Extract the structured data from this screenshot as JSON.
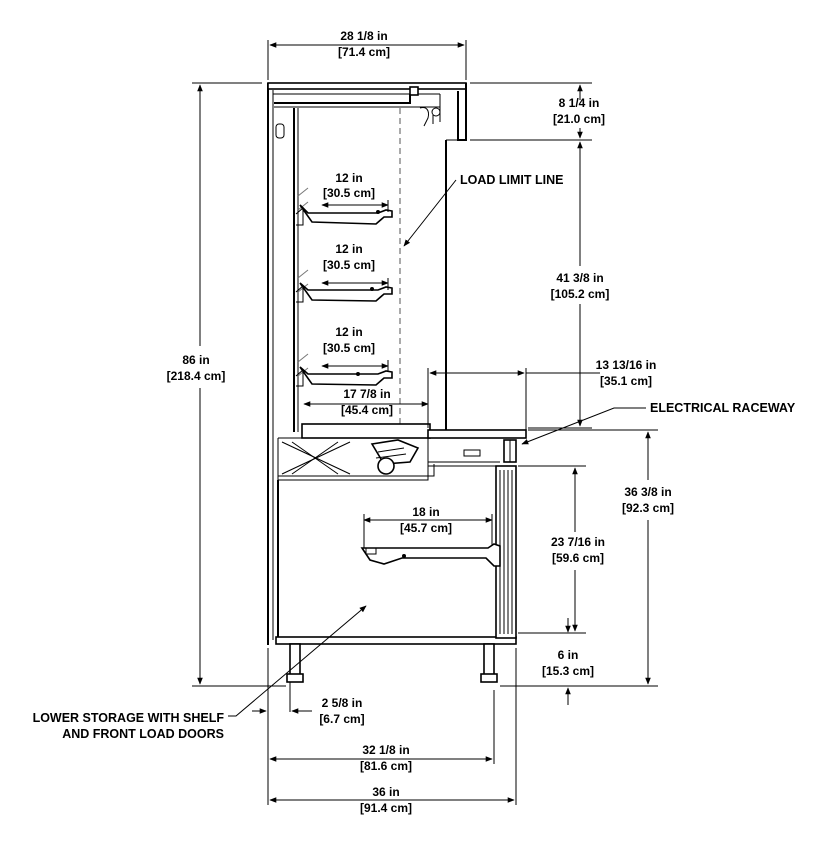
{
  "dimensions": {
    "overall_depth_top": [
      "28 1/8 in",
      "[71.4 cm]"
    ],
    "top_offset": [
      "8 1/4 in",
      "[21.0 cm]"
    ],
    "upper_height": [
      "41 3/8 in",
      "[105.2 cm]"
    ],
    "overall_height": [
      "86 in",
      "[218.4 cm]"
    ],
    "shelf_1_depth": [
      "12 in",
      "[30.5 cm]"
    ],
    "shelf_2_depth": [
      "12 in",
      "[30.5 cm]"
    ],
    "shelf_3_depth": [
      "12 in",
      "[30.5 cm]"
    ],
    "deck_depth": [
      "17 7/8 in",
      "[45.4 cm]"
    ],
    "ledge_depth": [
      "13 13/16 in",
      "[35.1 cm]"
    ],
    "lower_height": [
      "36 3/8 in",
      "[92.3 cm]"
    ],
    "lower_shelf_depth": [
      "18 in",
      "[45.7 cm]"
    ],
    "lower_door_height": [
      "23 7/16 in",
      "[59.6 cm]"
    ],
    "leg_height": [
      "6 in",
      "[15.3 cm]"
    ],
    "leg_setback": [
      "2 5/8 in",
      "[6.7 cm]"
    ],
    "base_depth": [
      "32 1/8 in",
      "[81.6 cm]"
    ],
    "overall_depth": [
      "36 in",
      "[91.4 cm]"
    ]
  },
  "callouts": {
    "load_limit": "LOAD LIMIT LINE",
    "raceway": "ELECTRICAL RACEWAY",
    "lower_storage": [
      "LOWER STORAGE WITH SHELF",
      "AND FRONT LOAD DOORS"
    ]
  }
}
